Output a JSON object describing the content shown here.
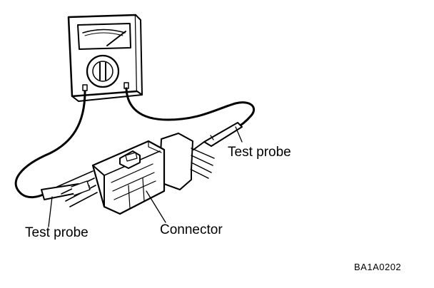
{
  "diagram": {
    "labels": {
      "test_probe_right": "Test probe",
      "test_probe_left": "Test probe",
      "connector": "Connector",
      "figure_code": "BA1A0202"
    },
    "colors": {
      "line": "#000000",
      "background": "#ffffff"
    },
    "icons": {
      "meter": "multimeter-icon",
      "connector": "connector-icon",
      "probe": "test-probe-icon"
    }
  }
}
